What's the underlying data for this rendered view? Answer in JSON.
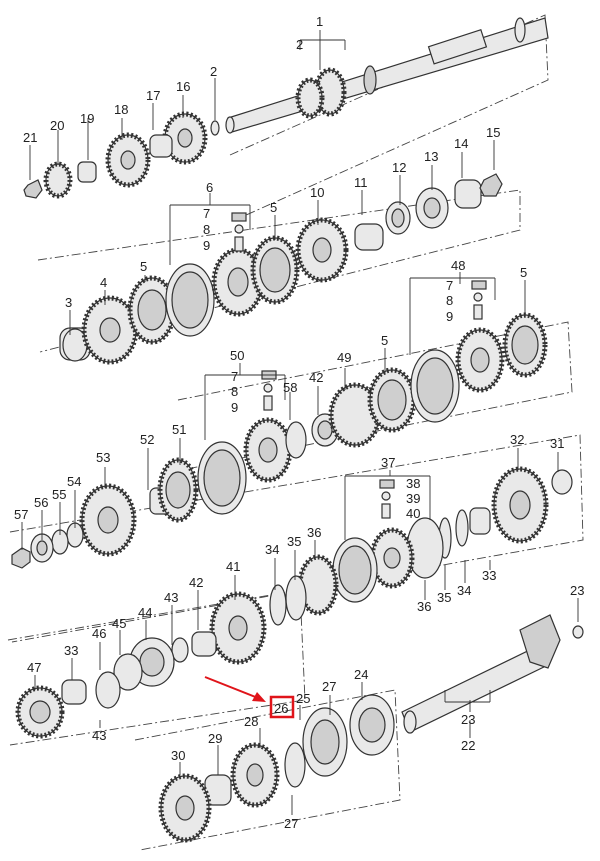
{
  "highlight": {
    "label": "26",
    "box_color": "#e0141a",
    "arrow_color": "#e0141a"
  },
  "labels": {
    "n1": "1",
    "n2": "2",
    "n2b": "2",
    "n3": "3",
    "n4": "4",
    "n5a": "5",
    "n5b": "5",
    "n5c": "5",
    "n5d": "5",
    "n6": "6",
    "n7a": "7",
    "n7b": "7",
    "n7c": "7",
    "n8a": "8",
    "n8b": "8",
    "n8c": "8",
    "n9a": "9",
    "n9b": "9",
    "n9c": "9",
    "n10": "10",
    "n11": "11",
    "n12": "12",
    "n13": "13",
    "n14": "14",
    "n15": "15",
    "n16": "16",
    "n17": "17",
    "n18": "18",
    "n19": "19",
    "n20": "20",
    "n21": "21",
    "n22": "22",
    "n23a": "23",
    "n23b": "23",
    "n24": "24",
    "n25": "25",
    "n27a": "27",
    "n27b": "27",
    "n28": "28",
    "n29": "29",
    "n30": "30",
    "n31": "31",
    "n32": "32",
    "n33a": "33",
    "n33b": "33",
    "n34a": "34",
    "n34b": "34",
    "n35a": "35",
    "n35b": "35",
    "n36a": "36",
    "n36b": "36",
    "n37": "37",
    "n38": "38",
    "n39": "39",
    "n40": "40",
    "n41": "41",
    "n42a": "42",
    "n42b": "42",
    "n43a": "43",
    "n43b": "43",
    "n44": "44",
    "n45": "45",
    "n46": "46",
    "n47": "47",
    "n48": "48",
    "n49": "49",
    "n50": "50",
    "n51": "51",
    "n52": "52",
    "n53": "53",
    "n54": "54",
    "n55": "55",
    "n56": "56",
    "n57": "57",
    "n58": "58"
  }
}
